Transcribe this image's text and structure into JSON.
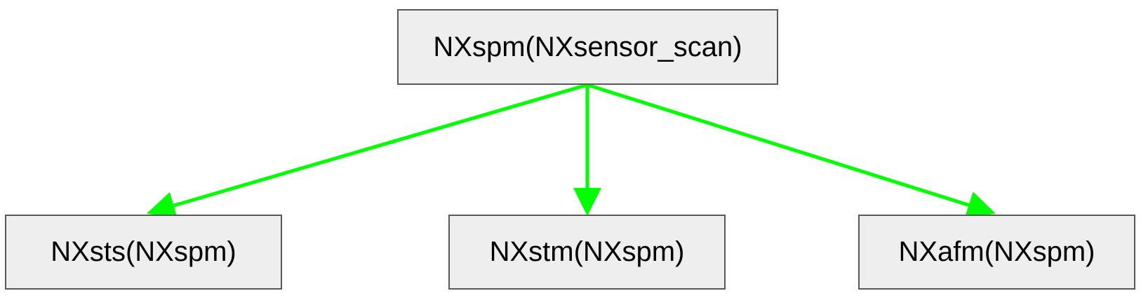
{
  "colors": {
    "edge": "#00ff00",
    "node_fill": "#eeeeee",
    "node_border": "#595959",
    "text": "#000000"
  },
  "nodes": {
    "root": {
      "label": "NXspm(NXsensor_scan)"
    },
    "sts": {
      "label": "NXsts(NXspm)"
    },
    "stm": {
      "label": "NXstm(NXspm)"
    },
    "afm": {
      "label": "NXafm(NXspm)"
    }
  },
  "edges": [
    {
      "from": "root",
      "to": "sts"
    },
    {
      "from": "root",
      "to": "stm"
    },
    {
      "from": "root",
      "to": "afm"
    }
  ]
}
